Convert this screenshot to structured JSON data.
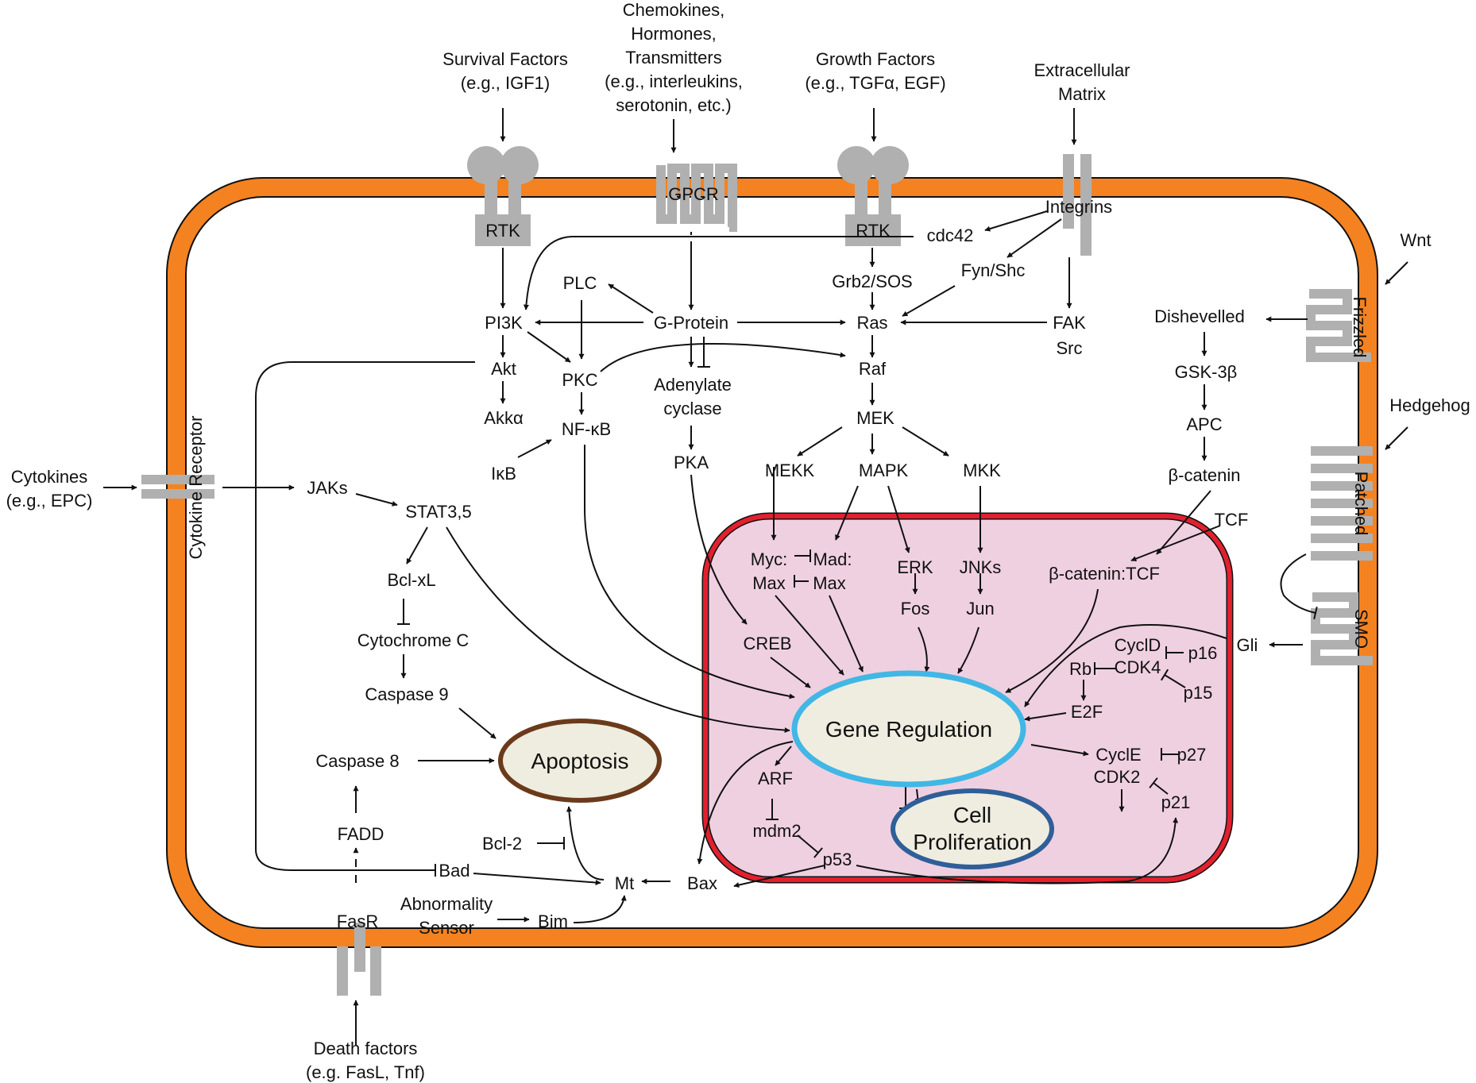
{
  "labels": {
    "survival_factors_1": "Survival Factors",
    "survival_factors_2": "(e.g., IGF1)",
    "chemokines_1": "Chemokines,",
    "chemokines_2": "Hormones,",
    "chemokines_3": "Transmitters",
    "chemokines_4": "(e.g., interleukins,",
    "chemokines_5": "serotonin, etc.)",
    "growth_factors_1": "Growth Factors",
    "growth_factors_2": "(e.g., TGFα, EGF)",
    "ecm_1": "Extracellular",
    "ecm_2": "Matrix",
    "wnt": "Wnt",
    "hedgehog": "Hedgehog",
    "cytokines_1": "Cytokines",
    "cytokines_2": "(e.g., EPC)",
    "death_factors_1": "Death factors",
    "death_factors_2": "(e.g. FasL, Tnf)",
    "rtk_left": "RTK",
    "rtk_right": "RTK",
    "gpcr": "GPCR",
    "integrins": "Integrins",
    "frizzled": "Frizzled",
    "patched": "Patched",
    "smo": "SMO",
    "cytokine_receptor": "Cytokine Receptor",
    "fasr": "FasR",
    "cdc42": "cdc42",
    "grb2sos": "Grb2/SOS",
    "fynshc": "Fyn/Shc",
    "plc": "PLC",
    "pi3k": "PI3K",
    "gprotein": "G-Protein",
    "ras": "Ras",
    "fak": "FAK",
    "src": "Src",
    "akt": "Akt",
    "pkc": "PKC",
    "adenylate_1": "Adenylate",
    "adenylate_2": "cyclase",
    "raf": "Raf",
    "akka": "Akkα",
    "nfkb": "NF-κB",
    "ikb": "IκB",
    "pka": "PKA",
    "mek": "MEK",
    "mekk": "MEKK",
    "mapk": "MAPK",
    "mkk": "MKK",
    "jaks": "JAKs",
    "stat": "STAT3,5",
    "bclxl": "Bcl-xL",
    "cytochrome": "Cytochrome C",
    "caspase9": "Caspase 9",
    "caspase8": "Caspase 8",
    "apoptosis": "Apoptosis",
    "fadd": "FADD",
    "bcl2": "Bcl-2",
    "bad": "Bad",
    "mt": "Mt",
    "bax": "Bax",
    "abn_1": "Abnormality",
    "abn_2": "Sensor",
    "bim": "Bim",
    "dishevelled": "Dishevelled",
    "gsk": "GSK-3β",
    "apc": "APC",
    "bcatenin": "β-catenin",
    "tcf": "TCF",
    "bcat_tcf": "β-catenin:TCF",
    "gli": "Gli",
    "myc": "Myc:",
    "mad": "Mad:",
    "max1": "Max",
    "max2": "Max",
    "erk": "ERK",
    "fos": "Fos",
    "jnks": "JNKs",
    "jun": "Jun",
    "creb": "CREB",
    "gene_regulation": "Gene Regulation",
    "cyclid": "CyclD",
    "cdk4": "CDK4",
    "p16": "p16",
    "p15": "p15",
    "rb": "Rb",
    "e2f": "E2F",
    "cycle": "CyclE",
    "p27": "p27",
    "cdk2": "CDK2",
    "p21": "p21",
    "arf": "ARF",
    "mdm2": "mdm2",
    "p53": "p53",
    "cell_prolif_1": "Cell",
    "cell_prolif_2": "Proliferation"
  },
  "colors": {
    "membrane": "#f58220",
    "nucleus_fill": "#efd0e1",
    "nucleus_border": "#e2202e",
    "gene_regulation_border": "#41b7e5",
    "gene_regulation_fill": "#eeede0",
    "apoptosis_border": "#6b3a1b",
    "proliferation_border": "#2f5f98",
    "receptor": "#b0b0b0"
  }
}
